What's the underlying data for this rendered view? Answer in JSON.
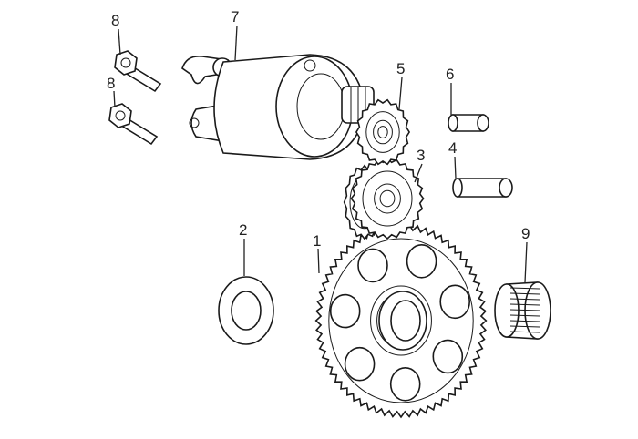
{
  "diagram": {
    "callouts": {
      "bolt_a": "8",
      "bolt_b": "8",
      "starter_motor": "7",
      "gear_small": "5",
      "pin_short": "6",
      "pin_long": "4",
      "gear_idle": "3",
      "washer": "2",
      "gear_large": "1",
      "needle_bearing": "9"
    }
  }
}
